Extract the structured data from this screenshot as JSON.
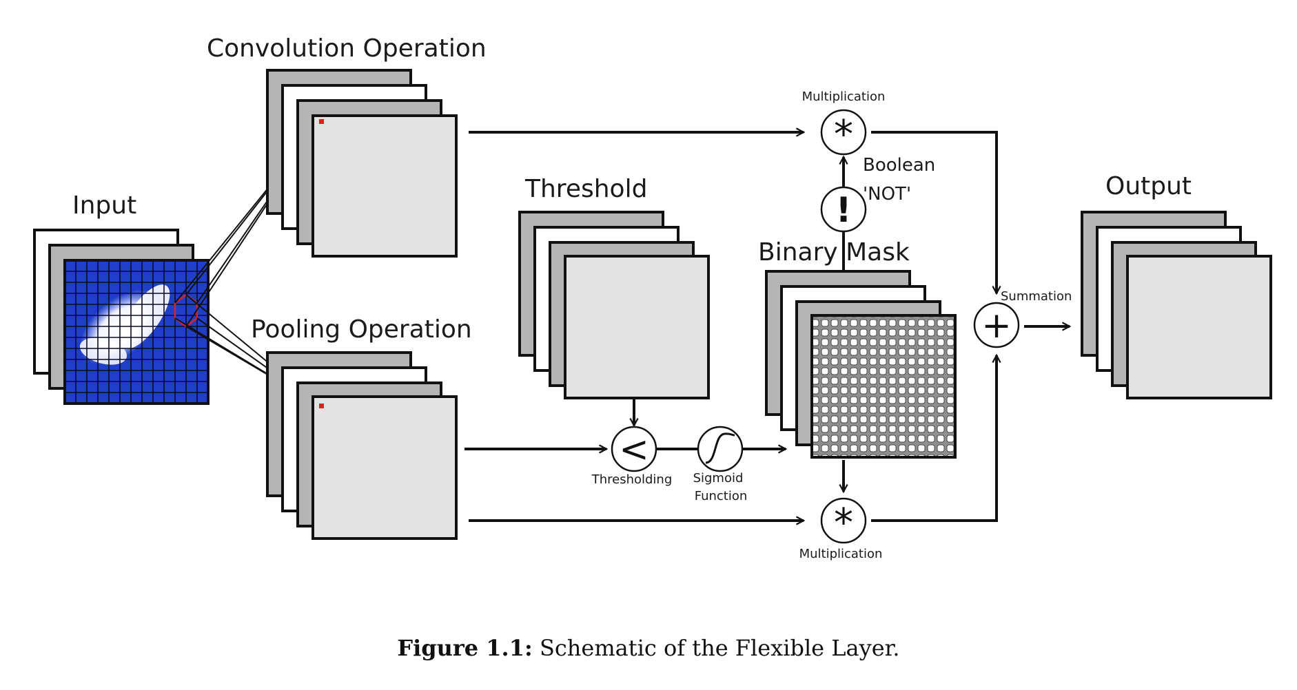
{
  "labels": {
    "input": "Input",
    "convolution": "Convolution Operation",
    "pooling": "Pooling Operation",
    "threshold": "Threshold",
    "binary_mask": "Binary Mask",
    "output": "Output",
    "multiplication_top": "Multiplication",
    "multiplication_bottom": "Multiplication",
    "boolean_not_line1": "Boolean",
    "boolean_not_line2": "'NOT'",
    "summation": "Summation",
    "thresholding": "Thresholding",
    "sigmoid_line1": "Sigmoid",
    "sigmoid_line2": "Function"
  },
  "operators": {
    "multiply_glyph": "*",
    "not_glyph": "!",
    "sum_glyph": "+",
    "less_than_glyph": "<",
    "sigmoid_icon": "sigmoid-curve-icon"
  },
  "caption": {
    "number": "Figure 1.1:",
    "text": " Schematic of the Flexible Layer."
  },
  "colors": {
    "stroke": "#111111",
    "map_gray": "#b5b5b5",
    "map_face": "#e3e3e3",
    "input_blue": "#1f3fc8",
    "kernel_red": "#e02020"
  }
}
